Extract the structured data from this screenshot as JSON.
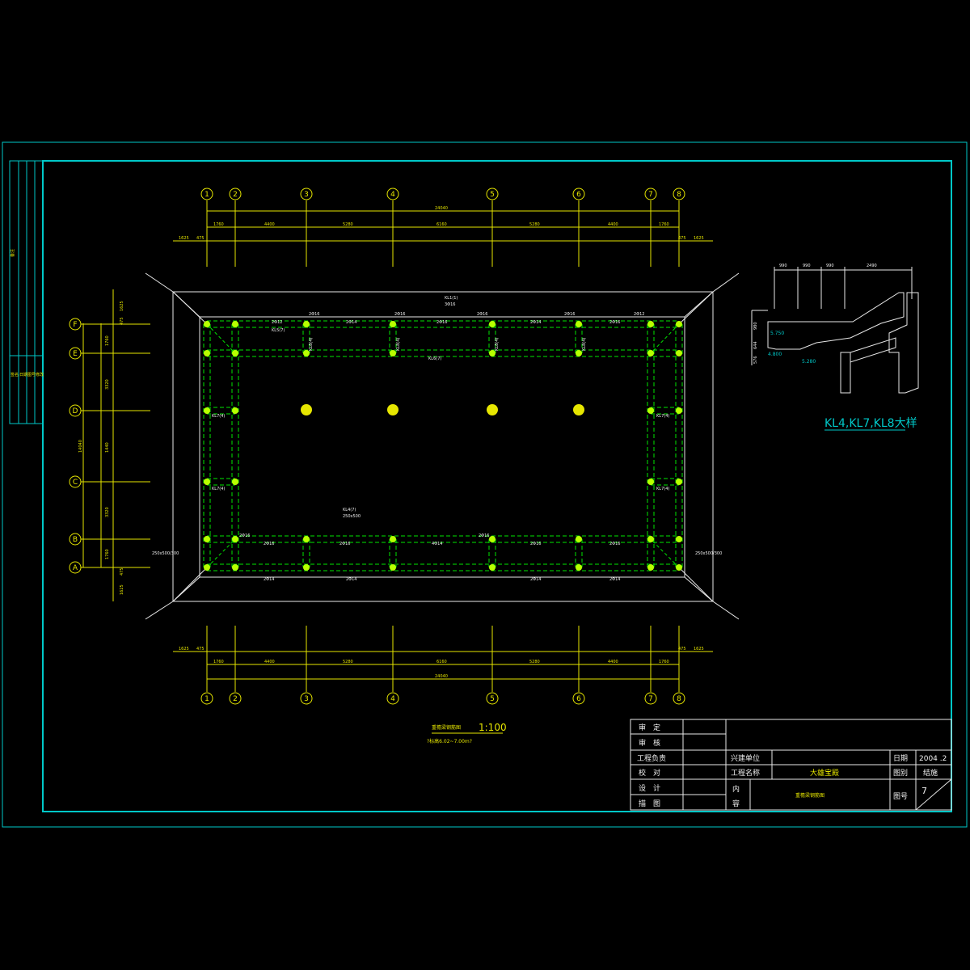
{
  "grid": {
    "columns": [
      "1",
      "2",
      "3",
      "4",
      "5",
      "6",
      "7",
      "8"
    ],
    "rows": [
      "F",
      "E",
      "D",
      "C",
      "B",
      "A"
    ]
  },
  "dims": {
    "total": "24040",
    "bays": [
      "1760",
      "4400",
      "5280",
      "6160",
      "5280",
      "4400",
      "1760"
    ],
    "overhang_outer": "1625",
    "overhang_inner": "475",
    "left_total": "14040",
    "left_bays": [
      "1760",
      "3320",
      "1440",
      "3320",
      "1760"
    ]
  },
  "beam_labels": {
    "kl5": "KL5(7)",
    "kl6": "KL6(7)",
    "kl8": "KL8(4)",
    "kl7": "KL7(4)",
    "kl4": "KL4(7)",
    "kl1": "KL1(1)",
    "bar_2d12": "2Φ12",
    "bar_2d14": "2Φ14",
    "bar_2d16": "2Φ16",
    "bar_3d16": "3Φ16",
    "bar_4d14": "4Φ14",
    "size_1": "250x500",
    "size_2": "250x500/300"
  },
  "detail": {
    "dims": [
      "990",
      "990",
      "990",
      "2490"
    ],
    "elev_1": "5.750",
    "elev_2": "4.800",
    "elev_3": "5.280",
    "vert_1": "980",
    "vert_2": "644",
    "vert_3": "576",
    "title": "KL4,KL7,KL8大样"
  },
  "plan_title": "重檐梁钢筋图",
  "plan_scale": "1:100",
  "plan_note": "?标高6.02~7.00m?",
  "title_block": {
    "roles": [
      "审　定",
      "审　核",
      "工程负责",
      "校　对",
      "设　计",
      "描　图"
    ],
    "build_unit_label": "兴建单位",
    "project_name_label": "工程名称",
    "project_name": "大雄宝殿",
    "content_label_1": "内",
    "content_label_2": "容",
    "content": "重檐梁钢筋图",
    "date_label": "日期",
    "date": "2004 .2",
    "category_label": "图别",
    "category": "结施",
    "drawing_no_label": "图号",
    "drawing_no": "7"
  },
  "side_strip": {
    "top_label": "备注",
    "lines": [
      "签名",
      "日期",
      "图号",
      "修改"
    ]
  },
  "colors": {
    "border": "#00c8c8",
    "axis": "#e6e600",
    "beam": "#00e600",
    "text": "#f0f0f0"
  }
}
